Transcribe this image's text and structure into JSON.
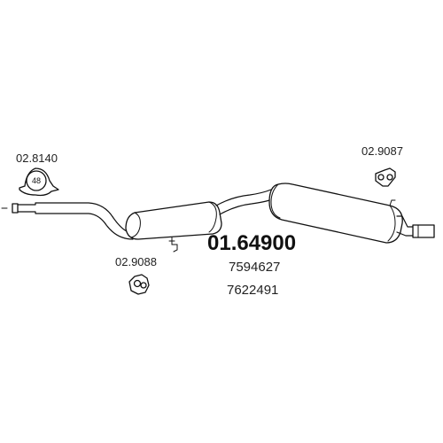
{
  "part_number": "01.64900",
  "oe_numbers": [
    "7594627",
    "7622491"
  ],
  "accessories": {
    "clamp": {
      "code": "02.8140",
      "diameter_label": "48"
    },
    "rear_hanger": {
      "code": "02.9087"
    },
    "middle_hanger": {
      "code": "02.9088"
    }
  }
}
